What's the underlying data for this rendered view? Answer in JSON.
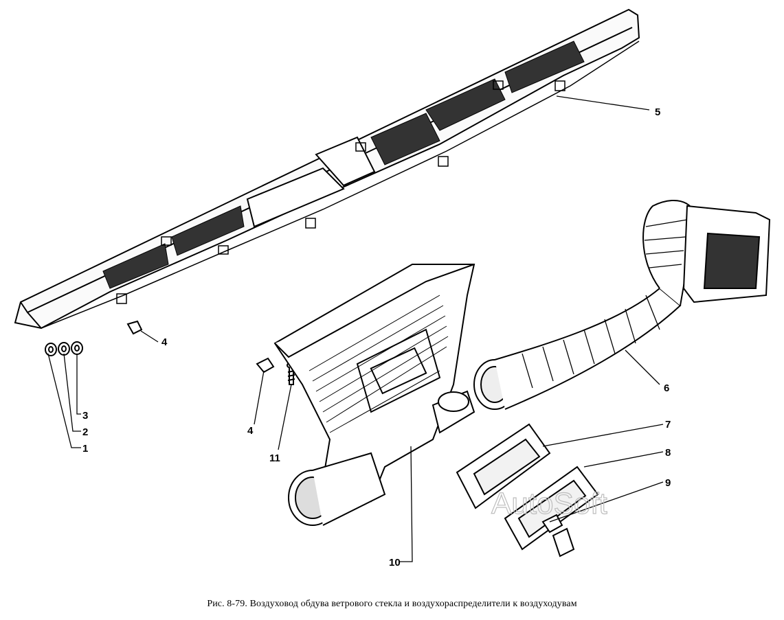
{
  "figure": {
    "caption": "Рис. 8-79. Воздуховод обдува ветрового стекла и воздухораспределители к воздуходувам",
    "watermark": "AutoSoft",
    "callouts": [
      {
        "id": "1",
        "label": "1"
      },
      {
        "id": "2",
        "label": "2"
      },
      {
        "id": "3",
        "label": "3"
      },
      {
        "id": "4a",
        "label": "4"
      },
      {
        "id": "4b",
        "label": "4"
      },
      {
        "id": "5",
        "label": "5"
      },
      {
        "id": "6",
        "label": "6"
      },
      {
        "id": "7",
        "label": "7"
      },
      {
        "id": "8",
        "label": "8"
      },
      {
        "id": "9",
        "label": "9"
      },
      {
        "id": "10",
        "label": "10"
      },
      {
        "id": "11",
        "label": "11"
      }
    ]
  }
}
